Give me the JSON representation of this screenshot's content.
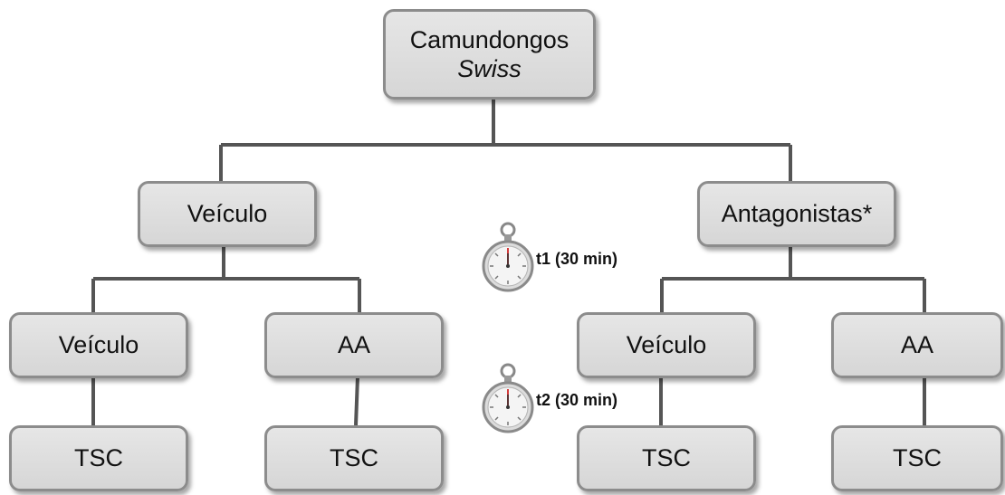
{
  "root": {
    "line1": "Camundongos",
    "line2": "Swiss"
  },
  "level1": {
    "left": "Veículo",
    "right": "Antagonistas*"
  },
  "level2": {
    "ll": "Veículo",
    "lr": "AA",
    "rl": "Veículo",
    "rr": "AA"
  },
  "level3": {
    "ll": "TSC",
    "lr": "TSC",
    "rl": "TSC",
    "rr": "TSC"
  },
  "timers": {
    "t1": "t1 (30 min)",
    "t2": "t2 (30 min)"
  },
  "colors": {
    "line": "#555555",
    "box_fill": "#e0e0e0",
    "box_border": "#8c8c8c",
    "stopwatch_red": "#d43a3a"
  }
}
